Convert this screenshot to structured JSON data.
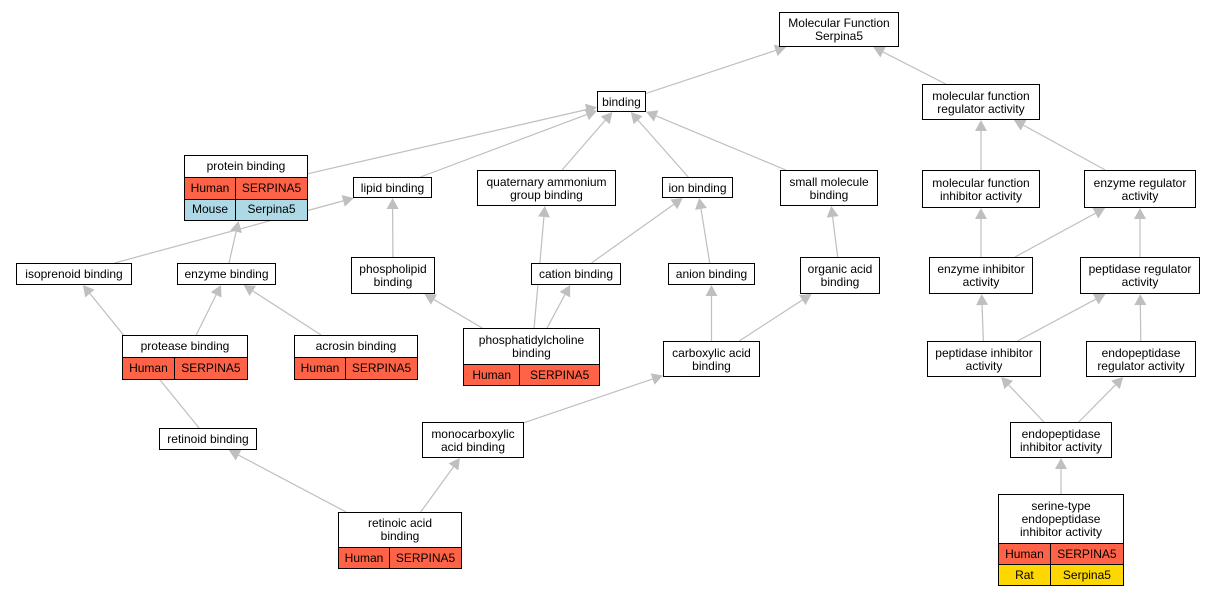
{
  "colors": {
    "edge": "#bfbfbf",
    "human": "#ff6347",
    "mouse": "#add8e6",
    "rat": "#ffd700"
  },
  "nodes": {
    "molecular_function": {
      "title": "Molecular Function\nSerpina5"
    },
    "binding": {
      "title": "binding"
    },
    "mf_regulator": {
      "title": "molecular function\nregulator activity"
    },
    "protein_binding": {
      "title": "protein binding",
      "annotations": [
        {
          "species": "Human",
          "gene": "SERPINA5",
          "color": "#ff6347"
        },
        {
          "species": "Mouse",
          "gene": "Serpina5",
          "color": "#add8e6"
        }
      ]
    },
    "lipid_binding": {
      "title": "lipid binding"
    },
    "quaternary": {
      "title": "quaternary ammonium\ngroup binding"
    },
    "ion_binding": {
      "title": "ion binding"
    },
    "small_molecule": {
      "title": "small molecule\nbinding"
    },
    "mf_inhibitor": {
      "title": "molecular function\ninhibitor activity"
    },
    "enzyme_regulator": {
      "title": "enzyme regulator\nactivity"
    },
    "isoprenoid": {
      "title": "isoprenoid binding"
    },
    "enzyme_binding": {
      "title": "enzyme binding"
    },
    "phospholipid": {
      "title": "phospholipid\nbinding"
    },
    "cation": {
      "title": "cation binding"
    },
    "anion": {
      "title": "anion binding"
    },
    "organic_acid": {
      "title": "organic acid\nbinding"
    },
    "enzyme_inhibitor": {
      "title": "enzyme inhibitor\nactivity"
    },
    "peptidase_regulator": {
      "title": "peptidase regulator\nactivity"
    },
    "protease_binding": {
      "title": "protease binding",
      "annotations": [
        {
          "species": "Human",
          "gene": "SERPINA5",
          "color": "#ff6347"
        }
      ]
    },
    "acrosin_binding": {
      "title": "acrosin binding",
      "annotations": [
        {
          "species": "Human",
          "gene": "SERPINA5",
          "color": "#ff6347"
        }
      ]
    },
    "phosphatidylcholine": {
      "title": "phosphatidylcholine\nbinding",
      "annotations": [
        {
          "species": "Human",
          "gene": "SERPINA5",
          "color": "#ff6347"
        }
      ]
    },
    "carboxylic": {
      "title": "carboxylic acid\nbinding"
    },
    "peptidase_inhibitor": {
      "title": "peptidase inhibitor\nactivity"
    },
    "endopeptidase_regulator": {
      "title": "endopeptidase\nregulator activity"
    },
    "retinoid": {
      "title": "retinoid binding"
    },
    "monocarboxylic": {
      "title": "monocarboxylic\nacid binding"
    },
    "endopeptidase_inhibitor": {
      "title": "endopeptidase\ninhibitor activity"
    },
    "retinoic": {
      "title": "retinoic acid\nbinding",
      "annotations": [
        {
          "species": "Human",
          "gene": "SERPINA5",
          "color": "#ff6347"
        }
      ]
    },
    "serine_type": {
      "title": "serine-type\nendopeptidase\ninhibitor activity",
      "annotations": [
        {
          "species": "Human",
          "gene": "SERPINA5",
          "color": "#ff6347"
        },
        {
          "species": "Rat",
          "gene": "Serpina5",
          "color": "#ffd700"
        }
      ]
    }
  },
  "edges": [
    [
      "binding",
      "molecular_function"
    ],
    [
      "mf_regulator",
      "molecular_function"
    ],
    [
      "protein_binding",
      "binding"
    ],
    [
      "lipid_binding",
      "binding"
    ],
    [
      "quaternary",
      "binding"
    ],
    [
      "ion_binding",
      "binding"
    ],
    [
      "small_molecule",
      "binding"
    ],
    [
      "mf_inhibitor",
      "mf_regulator"
    ],
    [
      "enzyme_regulator",
      "mf_regulator"
    ],
    [
      "isoprenoid",
      "lipid_binding"
    ],
    [
      "phospholipid",
      "lipid_binding"
    ],
    [
      "enzyme_binding",
      "protein_binding"
    ],
    [
      "protease_binding",
      "enzyme_binding"
    ],
    [
      "acrosin_binding",
      "enzyme_binding"
    ],
    [
      "phosphatidylcholine",
      "phospholipid"
    ],
    [
      "phosphatidylcholine",
      "quaternary"
    ],
    [
      "phosphatidylcholine",
      "cation"
    ],
    [
      "cation",
      "ion_binding"
    ],
    [
      "anion",
      "ion_binding"
    ],
    [
      "carboxylic",
      "anion"
    ],
    [
      "carboxylic",
      "organic_acid"
    ],
    [
      "organic_acid",
      "small_molecule"
    ],
    [
      "enzyme_inhibitor",
      "mf_inhibitor"
    ],
    [
      "enzyme_inhibitor",
      "enzyme_regulator"
    ],
    [
      "peptidase_regulator",
      "enzyme_regulator"
    ],
    [
      "peptidase_inhibitor",
      "enzyme_inhibitor"
    ],
    [
      "peptidase_inhibitor",
      "peptidase_regulator"
    ],
    [
      "endopeptidase_regulator",
      "peptidase_regulator"
    ],
    [
      "endopeptidase_inhibitor",
      "peptidase_inhibitor"
    ],
    [
      "endopeptidase_inhibitor",
      "endopeptidase_regulator"
    ],
    [
      "serine_type",
      "endopeptidase_inhibitor"
    ],
    [
      "retinoid",
      "isoprenoid"
    ],
    [
      "monocarboxylic",
      "carboxylic"
    ],
    [
      "retinoic",
      "retinoid"
    ],
    [
      "retinoic",
      "monocarboxylic"
    ]
  ]
}
